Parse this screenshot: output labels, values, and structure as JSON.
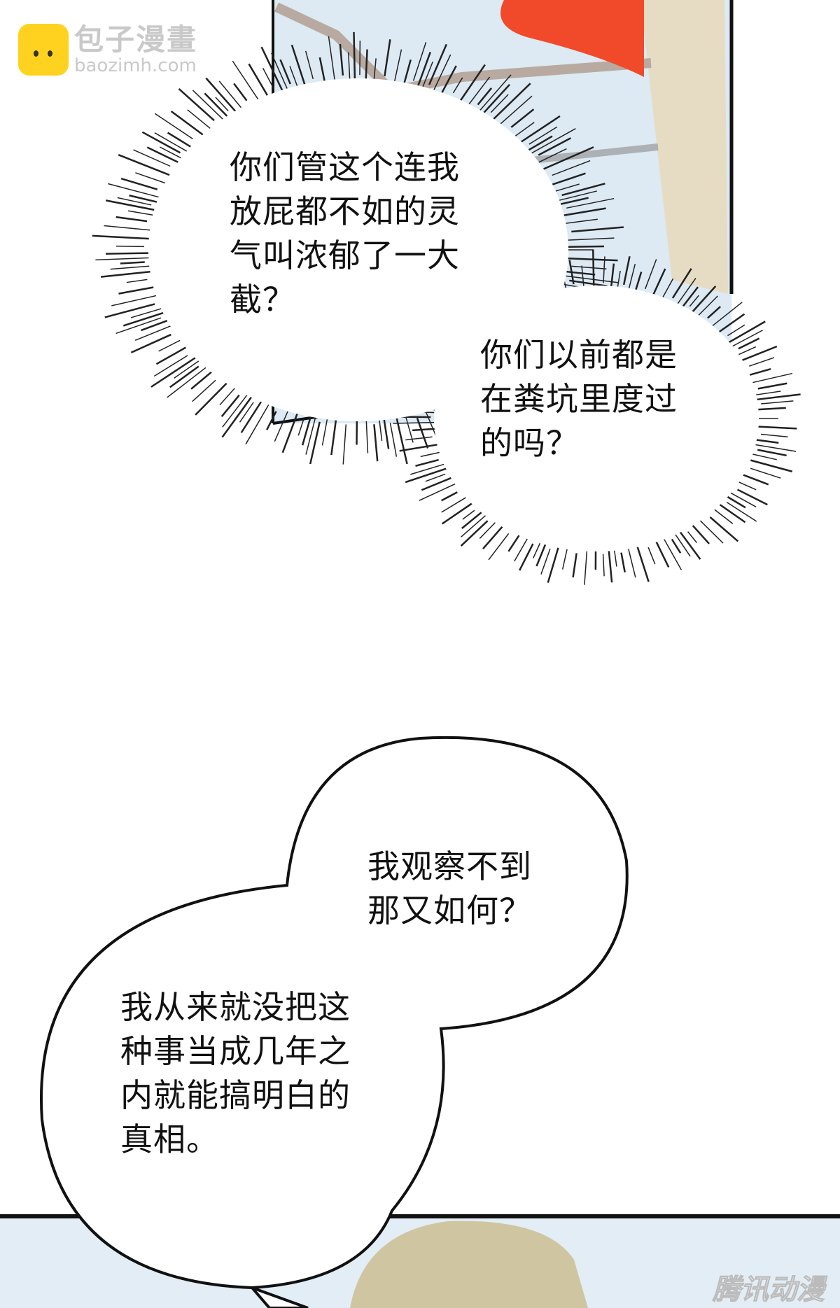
{
  "watermark_top": {
    "name": "包子漫畫",
    "url": "baozimh.com"
  },
  "watermark_bottom": "腾讯动漫",
  "bubbles": [
    {
      "lines": "你们管这个连我\n放屁都不如的灵\n气叫浓郁了一大\n截？"
    },
    {
      "lines": "你们以前都是\n在粪坑里度过\n的吗？"
    },
    {
      "lines": "我观察不到\n那又如何？"
    },
    {
      "lines": "我从来就没把这\n种事当成几年之\n内就能搞明白的\n真相。"
    }
  ],
  "colors": {
    "sky": "#dbe8f3",
    "wall": "#e6dcc4",
    "fire": "#f04a2a",
    "hair": "#cfc5a0"
  }
}
